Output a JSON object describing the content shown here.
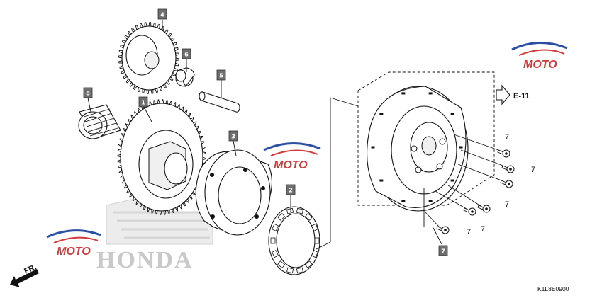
{
  "callouts": {
    "c1": "1",
    "c2": "2",
    "c3": "3",
    "c4": "4",
    "c5": "5",
    "c6": "6",
    "c7": "7",
    "c8": "8"
  },
  "bolt_labels": {
    "b1": "7",
    "b2": "7",
    "b3": "7",
    "b4": "7",
    "b5": "7"
  },
  "reference": {
    "arrow_label": "E-11"
  },
  "front_label": "FR.",
  "diagram_code": "K1L8E0900",
  "watermarks": {
    "brand": "HONDA",
    "moto": "MOTO"
  },
  "colors": {
    "callout_fill": "#6f6f6f",
    "watermark_gray": "#c9c9c9",
    "moto_blue": "#2b4fa3",
    "moto_red": "#d23a3a"
  }
}
